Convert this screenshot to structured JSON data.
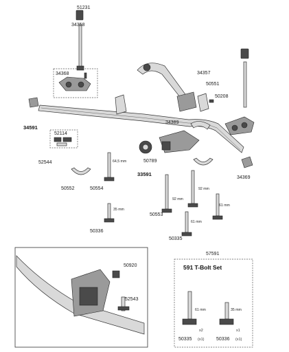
{
  "labels": {
    "p51231": "51231",
    "p34358": "34358",
    "p34368": "34368",
    "p34357": "34357",
    "p50551": "50551",
    "p50208": "50208",
    "p34591": "34591",
    "p52114": "52114",
    "p52544": "52544",
    "p34389": "34389",
    "p50789": "50789",
    "p33591": "33591",
    "p34369": "34369",
    "p50552": "50552",
    "p50554": "50554",
    "p50553": "50553",
    "p50336": "50336",
    "p50335": "50335",
    "p50920": "50920",
    "p52543": "52543",
    "p57591": "57591"
  },
  "dimensions": {
    "d64": "64,5 mm",
    "d92a": "92 mm",
    "d92b": "92 mm",
    "d61a": "61 mm",
    "d61b": "61 mm",
    "d35": "35 mm"
  },
  "tbolt_set": {
    "title": "591 T-Bolt Set",
    "bolt_long_dim": "61 mm",
    "bolt_short_dim": "35 mm",
    "bolt_long_qty": "x2",
    "bolt_short_qty": "x1",
    "bolt_long_code": "50335",
    "bolt_long_code_qty": "(x1)",
    "bolt_short_code": "50336",
    "bolt_short_code_qty": "(x1)"
  },
  "colors": {
    "line": "#333333",
    "part_fill": "#d9d9d9",
    "dark_part": "#4a4a4a"
  }
}
